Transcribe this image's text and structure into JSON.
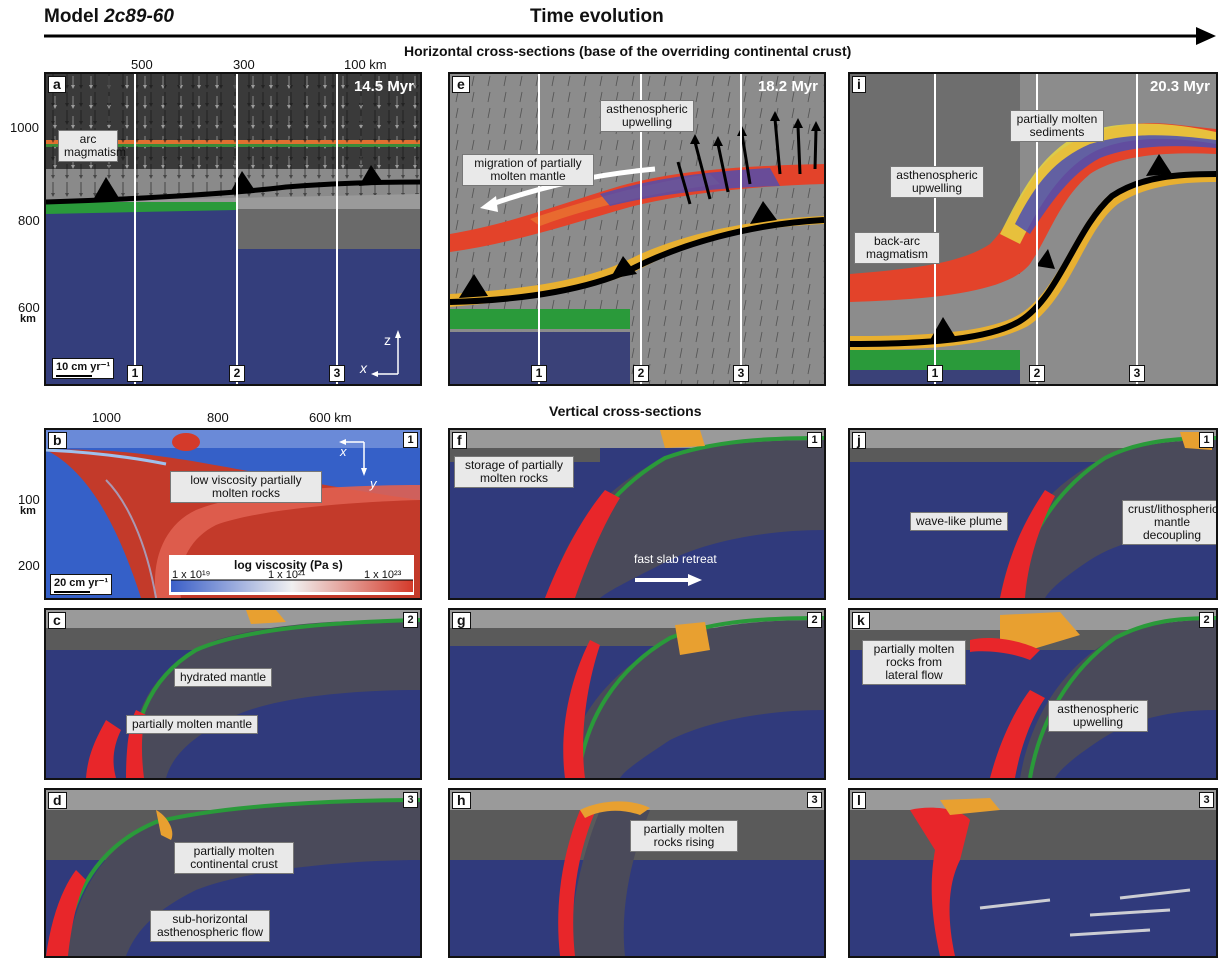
{
  "header": {
    "model_prefix": "Model ",
    "model_name": "2c89-60",
    "time_evolution": "Time evolution",
    "horizontal_title": "Horizontal cross-sections (base of the overriding continental crust)",
    "vertical_title": "Vertical cross-sections"
  },
  "top_axis": {
    "labels": [
      "500",
      "300",
      "100 km"
    ]
  },
  "left_axis_a": {
    "labels": [
      "1000",
      "800",
      "600",
      "km"
    ]
  },
  "panel_b_axis": {
    "top_labels": [
      "1000",
      "800",
      "600 km"
    ],
    "left_labels": [
      "100",
      "km",
      "200"
    ]
  },
  "panels": {
    "a": {
      "letter": "a",
      "time": "14.5 Myr",
      "label_arc": "arc magmatism",
      "scale": "10 cm yr⁻¹",
      "axis_z": "z",
      "axis_x": "x"
    },
    "e": {
      "letter": "e",
      "time": "18.2 Myr",
      "label_upwelling": "asthenospheric upwelling",
      "label_migration": "migration of partially molten mantle"
    },
    "i": {
      "letter": "i",
      "time": "20.3 Myr",
      "label_sediments": "partially molten sediments",
      "label_upwelling": "asthenospheric upwelling",
      "label_backarc": "back-arc magmatism"
    },
    "b": {
      "letter": "b",
      "label_lowvisc": "low viscosity partially molten rocks",
      "colorbar_title": "log viscosity (Pa s)",
      "cb_ticks": [
        "1 x 10¹⁹",
        "1 x 10²¹",
        "1 x 10²³"
      ],
      "scale": "20 cm yr⁻¹",
      "axis_x": "x",
      "axis_y": "y"
    },
    "c": {
      "letter": "c",
      "label_hydrated": "hydrated mantle",
      "label_molten": "partially molten mantle"
    },
    "d": {
      "letter": "d",
      "label_crust": "partially molten continental crust",
      "label_flow": "sub-horizontal asthenospheric flow"
    },
    "f": {
      "letter": "f",
      "label_storage": "storage of partially molten rocks",
      "label_retreat": "fast slab retreat"
    },
    "g": {
      "letter": "g"
    },
    "h": {
      "letter": "h",
      "label_rising": "partially molten rocks rising"
    },
    "j": {
      "letter": "j",
      "label_plume": "wave-like plume",
      "label_decoupling": "crust/lithospheric mantle decoupling"
    },
    "k": {
      "letter": "k",
      "label_lateral": "partially molten rocks from lateral flow",
      "label_upwelling": "asthenospheric upwelling"
    },
    "l": {
      "letter": "l"
    }
  },
  "section_numbers": [
    "1",
    "2",
    "3"
  ],
  "colors": {
    "mantle_blue": "#2e3a78",
    "grey": "#8d8d8d",
    "dark_grey": "#5a5a5a",
    "melt_red": "#e8262a",
    "crust_green": "#2a9a3a",
    "sediment_orange": "#e8a030"
  }
}
